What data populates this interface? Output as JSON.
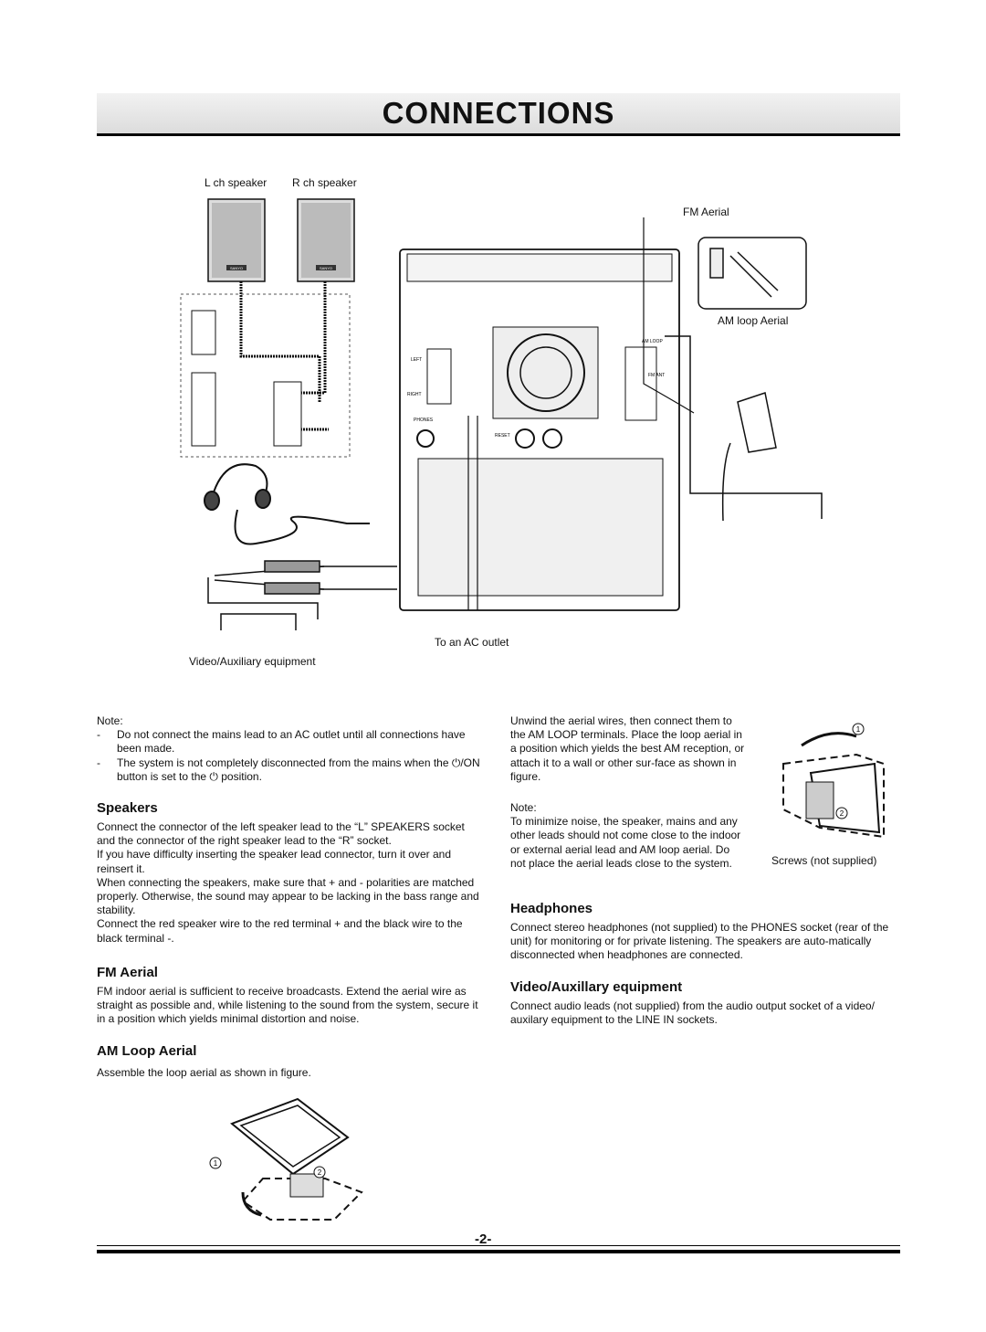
{
  "title": "CONNECTIONS",
  "diagram": {
    "l_speaker": "L ch speaker",
    "r_speaker": "R ch speaker",
    "fm_aerial": "FM Aerial",
    "am_loop_aerial": "AM loop Aerial",
    "ac_outlet": "To an AC outlet",
    "video_aux": "Video/Auxiliary equipment",
    "brand": "SANYO",
    "panel_left": "LEFT",
    "panel_right": "RIGHT",
    "panel_phones": "PHONES",
    "panel_reset": "RESET",
    "panel_am_loop": "AM LOOP",
    "panel_fm": "FM ANT"
  },
  "note": {
    "label": "Note:",
    "items": [
      "Do not connect the mains lead to an AC outlet until all connections have been made.",
      "The system is not completely disconnected from the mains when the ⏻/ON button is set to the ⏻ position."
    ]
  },
  "speakers": {
    "heading": "Speakers",
    "paragraphs": [
      "Connect the connector of the left speaker lead to the “L” SPEAKERS socket and the connector of the right speaker lead to the “R” socket.",
      "If you have difficulty inserting the speaker lead connector, turn it over and reinsert it.",
      "When connecting the speakers, make sure that + and - polarities are matched properly. Otherwise, the sound may appear to be lacking in the bass range and stability.",
      "Connect the red speaker wire to the red terminal + and the black wire to the black terminal -."
    ]
  },
  "fm_aerial": {
    "heading": "FM Aerial",
    "text": "FM indoor aerial is sufficient to receive broadcasts. Extend the aerial wire as straight as possible and, while listening to the sound from the system, secure it in a position which yields minimal distortion and noise."
  },
  "am_loop": {
    "heading": "AM Loop Aerial",
    "text": "Assemble the loop aerial as shown in figure.",
    "step1": "1",
    "step2": "2"
  },
  "am_right": {
    "text": "Unwind the aerial wires, then connect them to the AM LOOP terminals. Place the loop aerial in a position which yields the best AM reception, or attach it to a wall or other sur-face as shown in figure.",
    "note_label": "Note:",
    "note_text": "To minimize noise, the speaker, mains and any other leads should not come close to the indoor or external aerial lead and AM loop aerial. Do not place the aerial leads close to the system.",
    "screws": "Screws (not supplied)",
    "step1": "1",
    "step2": "2"
  },
  "headphones": {
    "heading": "Headphones",
    "text": "Connect stereo headphones (not supplied) to the PHONES socket (rear of the unit) for monitoring or for private listening. The speakers are auto-matically disconnected when headphones are connected."
  },
  "video_aux": {
    "heading": "Video/Auxillary equipment",
    "text": "Connect audio leads (not supplied) from the audio output socket of a video/ auxilary equipment to the LINE IN sockets."
  },
  "page_number": "-2-"
}
